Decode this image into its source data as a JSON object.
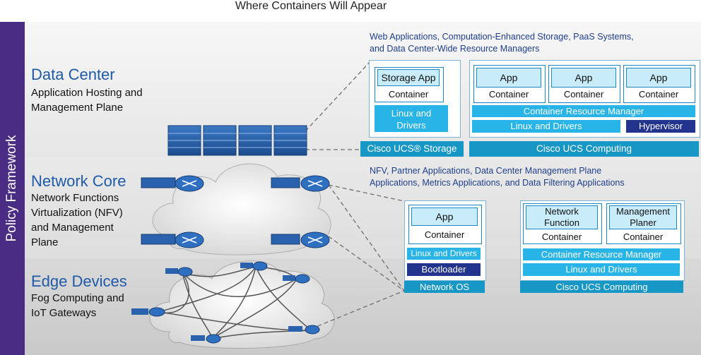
{
  "title": "Where Containers Will Appear",
  "sidebar": {
    "label": "Policy Framework"
  },
  "sections": {
    "data_center": {
      "title": "Data Center",
      "subtitle": [
        "Application Hosting and",
        "Management Plane"
      ]
    },
    "network_core": {
      "title": "Network Core",
      "subtitle": [
        "Network Functions",
        "Virtualization (NFV)",
        "and Management",
        "Plane"
      ]
    },
    "edge_devices": {
      "title": "Edge Devices",
      "subtitle": [
        "Fog Computing and",
        "IoT Gateways"
      ]
    }
  },
  "dc_caption": [
    "Web Applications, Computation-Enhanced Storage, PaaS Systems,",
    "and Data Center-Wide Resource Managers"
  ],
  "nc_caption": [
    "NFV, Partner Applications, Data Center Management Plane",
    "Applications, Metrics Applications, and Data Filtering Applications"
  ],
  "ucs_storage": {
    "app": "Storage App",
    "container": "Container",
    "linux": [
      "Linux and",
      "Drivers"
    ],
    "footer": "Cisco UCS® Storage"
  },
  "ucs_computing": {
    "apps": [
      {
        "app": "App",
        "container": "Container"
      },
      {
        "app": "App",
        "container": "Container"
      },
      {
        "app": "App",
        "container": "Container"
      }
    ],
    "resource_manager": "Container Resource Manager",
    "linux": "Linux and Drivers",
    "hypervisor": "Hypervisor",
    "footer": "Cisco UCS Computing"
  },
  "network_os": {
    "app": "App",
    "container": "Container",
    "linux": "Linux and Drivers",
    "bootloader": "Bootloader",
    "footer": "Network OS"
  },
  "ucs_computing_2": {
    "nf": [
      "Network",
      "Function"
    ],
    "nf_container": "Container",
    "mp": [
      "Management",
      "Planer"
    ],
    "mp_container": "Container",
    "resource_manager": "Container Resource Manager",
    "linux": "Linux and Drivers",
    "footer": "Cisco UCS Computing"
  },
  "colors": {
    "sidebar": "#4b2c84",
    "cyan": "#29b4e8",
    "navy": "#23348f",
    "teal": "#1697c5",
    "heading": "#1f5aa8"
  }
}
